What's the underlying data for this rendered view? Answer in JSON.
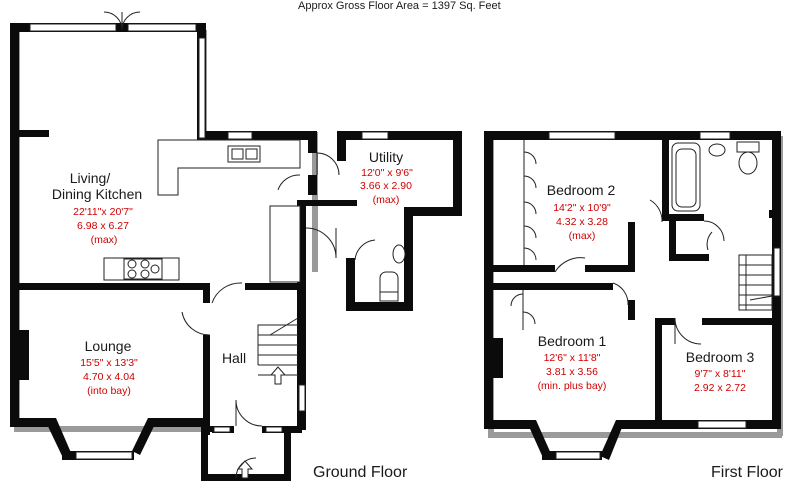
{
  "header": {
    "area_text": "Approx Gross Floor Area  =  1397  Sq. Feet"
  },
  "floors": {
    "ground": "Ground Floor",
    "first": "First Floor"
  },
  "rooms": {
    "living": {
      "name_line1": "Living/",
      "name_line2": "Dining Kitchen",
      "imperial": "22'11\"x 20'7\"",
      "metric": "6.98  x  6.27",
      "note": "(max)"
    },
    "utility": {
      "name": "Utility",
      "imperial": "12'0\"  x  9'6\"",
      "metric": "3.66  x  2.90",
      "note": "(max)"
    },
    "lounge": {
      "name": "Lounge",
      "imperial": "15'5\" x 13'3\"",
      "metric": "4.70  x  4.04",
      "note": "(into bay)"
    },
    "hall": {
      "name": "Hall"
    },
    "bedroom2": {
      "name": "Bedroom 2",
      "imperial": "14'2\"  x  10'9\"",
      "metric": "4.32  x  3.28",
      "note": "(max)"
    },
    "bedroom1": {
      "name": "Bedroom 1",
      "imperial": "12'6\"  x  11'8\"",
      "metric": "3.81  x  3.56",
      "note": "(min. plus bay)"
    },
    "bedroom3": {
      "name": "Bedroom 3",
      "imperial": "9'7\"  x  8'11\"",
      "metric": "2.92  x  2.72"
    }
  }
}
